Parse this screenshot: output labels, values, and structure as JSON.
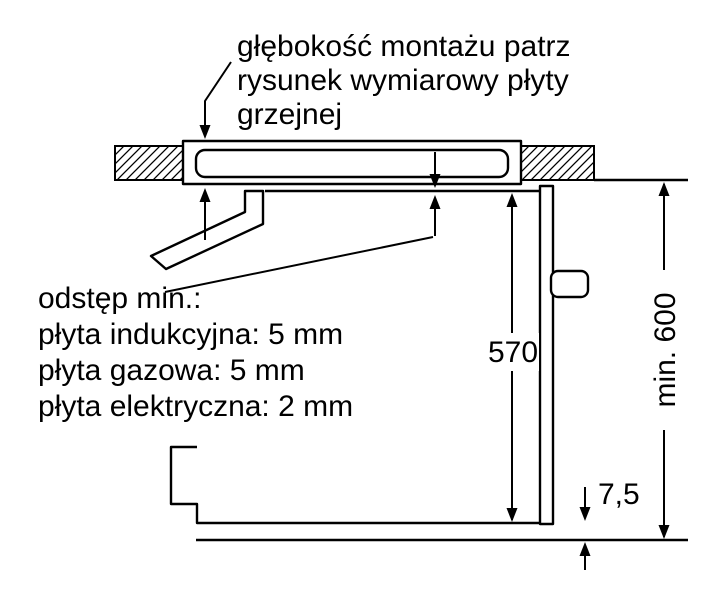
{
  "annotations": {
    "mounting_depth_note": {
      "lines": [
        "głębokość montażu patrz",
        "rysunek wymiarowy płyty",
        "grzejnej"
      ]
    },
    "clearance_note": {
      "lines": [
        "odstęp min.:",
        "płyta indukcyjna: 5 mm",
        "płyta gazowa: 5 mm",
        "płyta elektryczna: 2 mm"
      ]
    }
  },
  "dimensions": {
    "oven_front_height": "570",
    "niche_height": "min. 600",
    "bottom_gap": "7,5"
  },
  "colors": {
    "ink": "#000000",
    "background": "#ffffff"
  }
}
